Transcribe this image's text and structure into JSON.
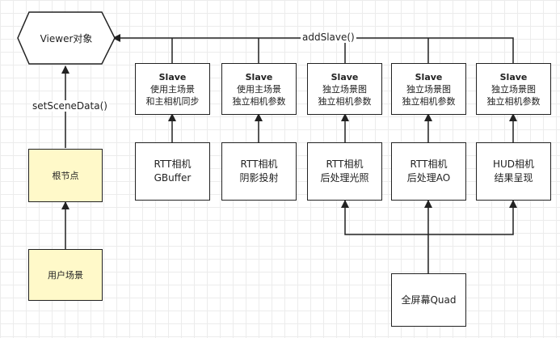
{
  "viewer": {
    "label": "Viewer对象"
  },
  "edge_labels": {
    "add_slave": "addSlave()",
    "set_scene_data": "setSceneData()"
  },
  "left_nodes": {
    "root": "根节点",
    "user_scene": "用户场景"
  },
  "slaves": [
    {
      "title": "Slave",
      "line1": "使用主场景",
      "line2": "和主相机同步"
    },
    {
      "title": "Slave",
      "line1": "使用主场景",
      "line2": "独立相机参数"
    },
    {
      "title": "Slave",
      "line1": "独立场景图",
      "line2": "独立相机参数"
    },
    {
      "title": "Slave",
      "line1": "独立场景图",
      "line2": "独立相机参数"
    },
    {
      "title": "Slave",
      "line1": "独立场景图",
      "line2": "独立相机参数"
    }
  ],
  "cameras": [
    {
      "line1": "RTT相机",
      "line2": "GBuffer"
    },
    {
      "line1": "RTT相机",
      "line2": "阴影投射"
    },
    {
      "line1": "RTT相机",
      "line2": "后处理光照"
    },
    {
      "line1": "RTT相机",
      "line2": "后处理AO"
    },
    {
      "line1": "HUD相机",
      "line2": "结果呈现"
    }
  ],
  "quad": {
    "label": "全屏幕Quad"
  }
}
